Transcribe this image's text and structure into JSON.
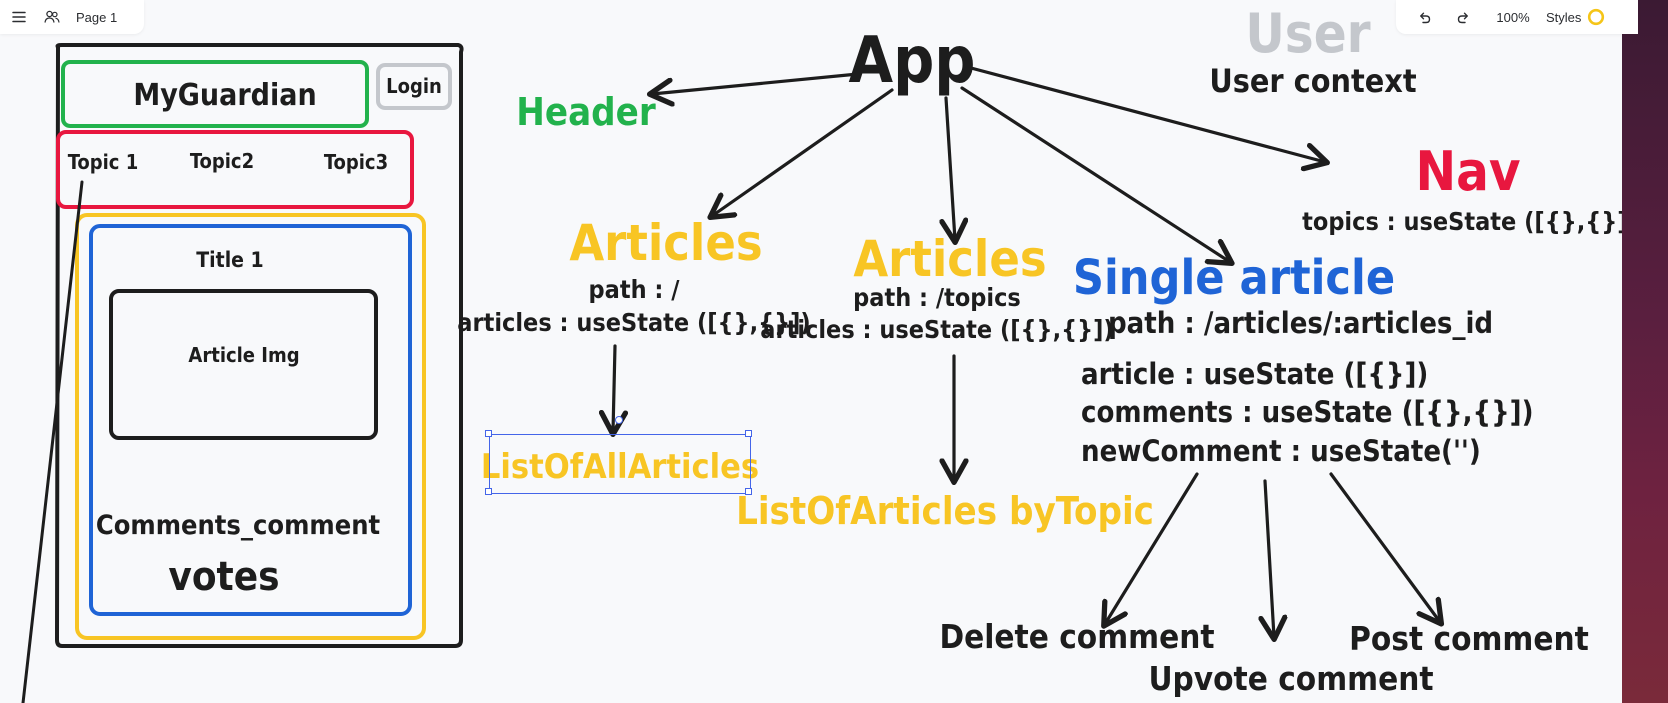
{
  "toolbar": {
    "menu_icon": "hamburger-menu-icon",
    "people_icon": "people-icon",
    "page_label": "Page 1",
    "undo_icon": "undo-icon",
    "redo_icon": "redo-icon",
    "zoom": "100%",
    "styles_label": "Styles",
    "style_color": "#f5c518"
  },
  "colors": {
    "green": "#22b24c",
    "red": "#e8173f",
    "blue": "#1f64d6",
    "yellow": "#f8c524",
    "grey": "#c4c7cc",
    "black": "#1d1d1d",
    "selection": "#4465e9"
  },
  "wireframe": {
    "header": "MyGuardian",
    "login": "Login",
    "topics": [
      "Topic 1",
      "Topic2",
      "Topic3"
    ],
    "title": "Title 1",
    "image": "Article Img",
    "comments": "Comments_comment",
    "votes": "votes"
  },
  "diagram": {
    "app": "App",
    "header": "Header",
    "user": "User",
    "user_context": "User context",
    "nav": "Nav",
    "nav_state": "topics : useState ([{},{}])",
    "articles_all_title": "Articles",
    "articles_all_path": "path : /",
    "articles_all_state": "articles : useState ([{},{}])",
    "list_all": "ListOfAllArticles",
    "articles_topic_title": "Articles",
    "articles_topic_path": "path : /topics",
    "articles_topic_state": "articles : useState ([{},{}])",
    "list_topic": "ListOfArticles byTopic",
    "single_title": "Single article",
    "single_path": "path : /articles/:articles_id",
    "single_state_article": "article : useState ([{}])",
    "single_state_comments": "comments : useState ([{},{}])",
    "single_state_new": "newComment : useState('')",
    "delete_comment": "Delete comment",
    "upvote_comment": "Upvote comment",
    "post_comment": "Post comment"
  }
}
